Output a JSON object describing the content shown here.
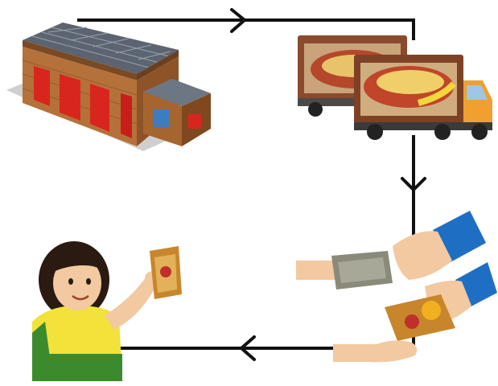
{
  "diagram": {
    "type": "cycle",
    "nodes": [
      {
        "id": "factory",
        "depicts": "factory-building"
      },
      {
        "id": "trucks",
        "depicts": "delivery-trucks"
      },
      {
        "id": "exchange",
        "depicts": "hands-exchanging-money-and-goods"
      },
      {
        "id": "consumer",
        "depicts": "girl-holding-product"
      }
    ],
    "edges": [
      {
        "from": "factory",
        "to": "trucks",
        "direction": "right"
      },
      {
        "from": "trucks",
        "to": "exchange",
        "direction": "down"
      },
      {
        "from": "exchange",
        "to": "consumer",
        "direction": "left"
      }
    ],
    "colors": {
      "line": "#111111",
      "brick": "#b5713a",
      "roof": "#5b6470",
      "door": "#d8261e",
      "truck_body": "#8a4a2e",
      "truck_cab": "#f0a030",
      "sleeve": "#1e6fc4",
      "skin": "#f2c9a0",
      "money": "#8a8a7a",
      "shirt_yellow": "#f2e23a",
      "shirt_green": "#3c8a2e",
      "hair": "#2b1a12",
      "product": "#c8862c"
    }
  }
}
